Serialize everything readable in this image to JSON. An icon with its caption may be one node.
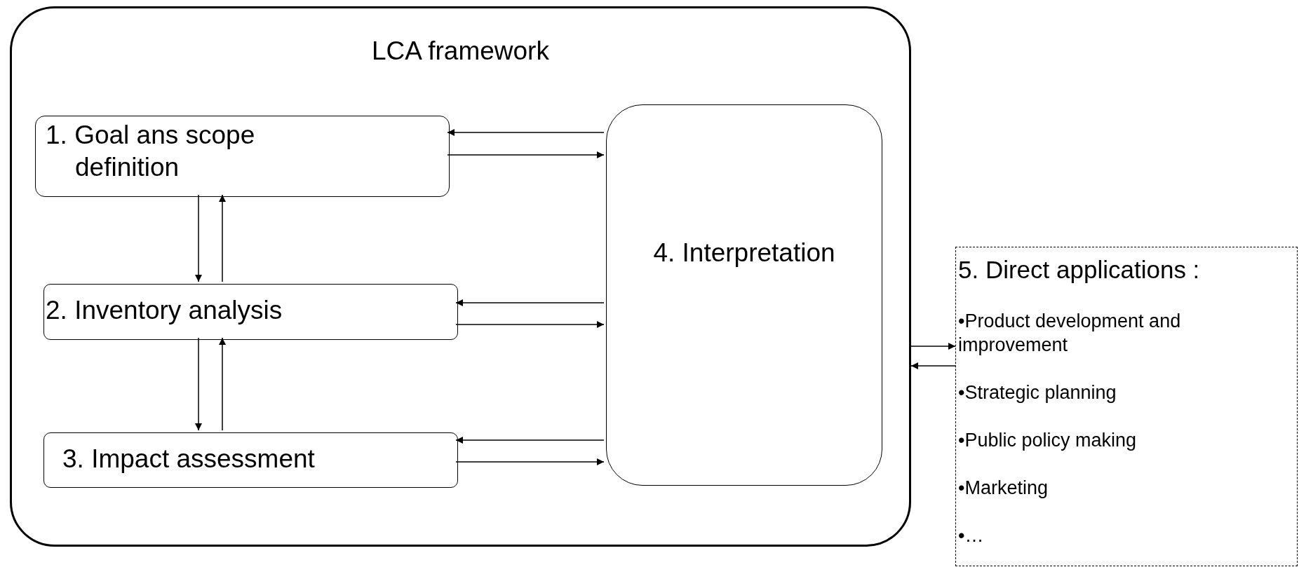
{
  "diagram": {
    "nodes": [
      {
        "text": [
          "LCA framework"
        ]
      },
      {
        "text": [
          "1. Goal ans scope definition"
        ],
        "in": 0
      },
      {
        "text": [
          "2. Inventory analysis"
        ],
        "in": 0
      },
      {
        "text": [
          "3. Impact assessment"
        ],
        "in": 0
      },
      {
        "text": [
          "4. Interpretation"
        ],
        "in": 0
      },
      {
        "text": [
          "5. Direct applications :",
          "•Product development and improvement",
          "•Strategic planning",
          "•Public policy making",
          "•Marketing",
          "•…"
        ]
      }
    ],
    "edges": [
      {
        "from": 1,
        "to": 2,
        "arrow": "to"
      },
      {
        "from": 2,
        "to": 1,
        "arrow": "to"
      },
      {
        "from": 2,
        "to": 3,
        "arrow": "to"
      },
      {
        "from": 3,
        "to": 2,
        "arrow": "to"
      },
      {
        "from": 4,
        "to": 1,
        "arrow": "to"
      },
      {
        "from": 1,
        "to": 4,
        "arrow": "to"
      },
      {
        "from": 4,
        "to": 2,
        "arrow": "to"
      },
      {
        "from": 2,
        "to": 4,
        "arrow": "to"
      },
      {
        "from": 4,
        "to": 3,
        "arrow": "to"
      },
      {
        "from": 3,
        "to": 4,
        "arrow": "to"
      },
      {
        "from": 0,
        "to": 5,
        "arrow": "to"
      },
      {
        "from": 5,
        "to": 0,
        "arrow": "to"
      }
    ]
  }
}
